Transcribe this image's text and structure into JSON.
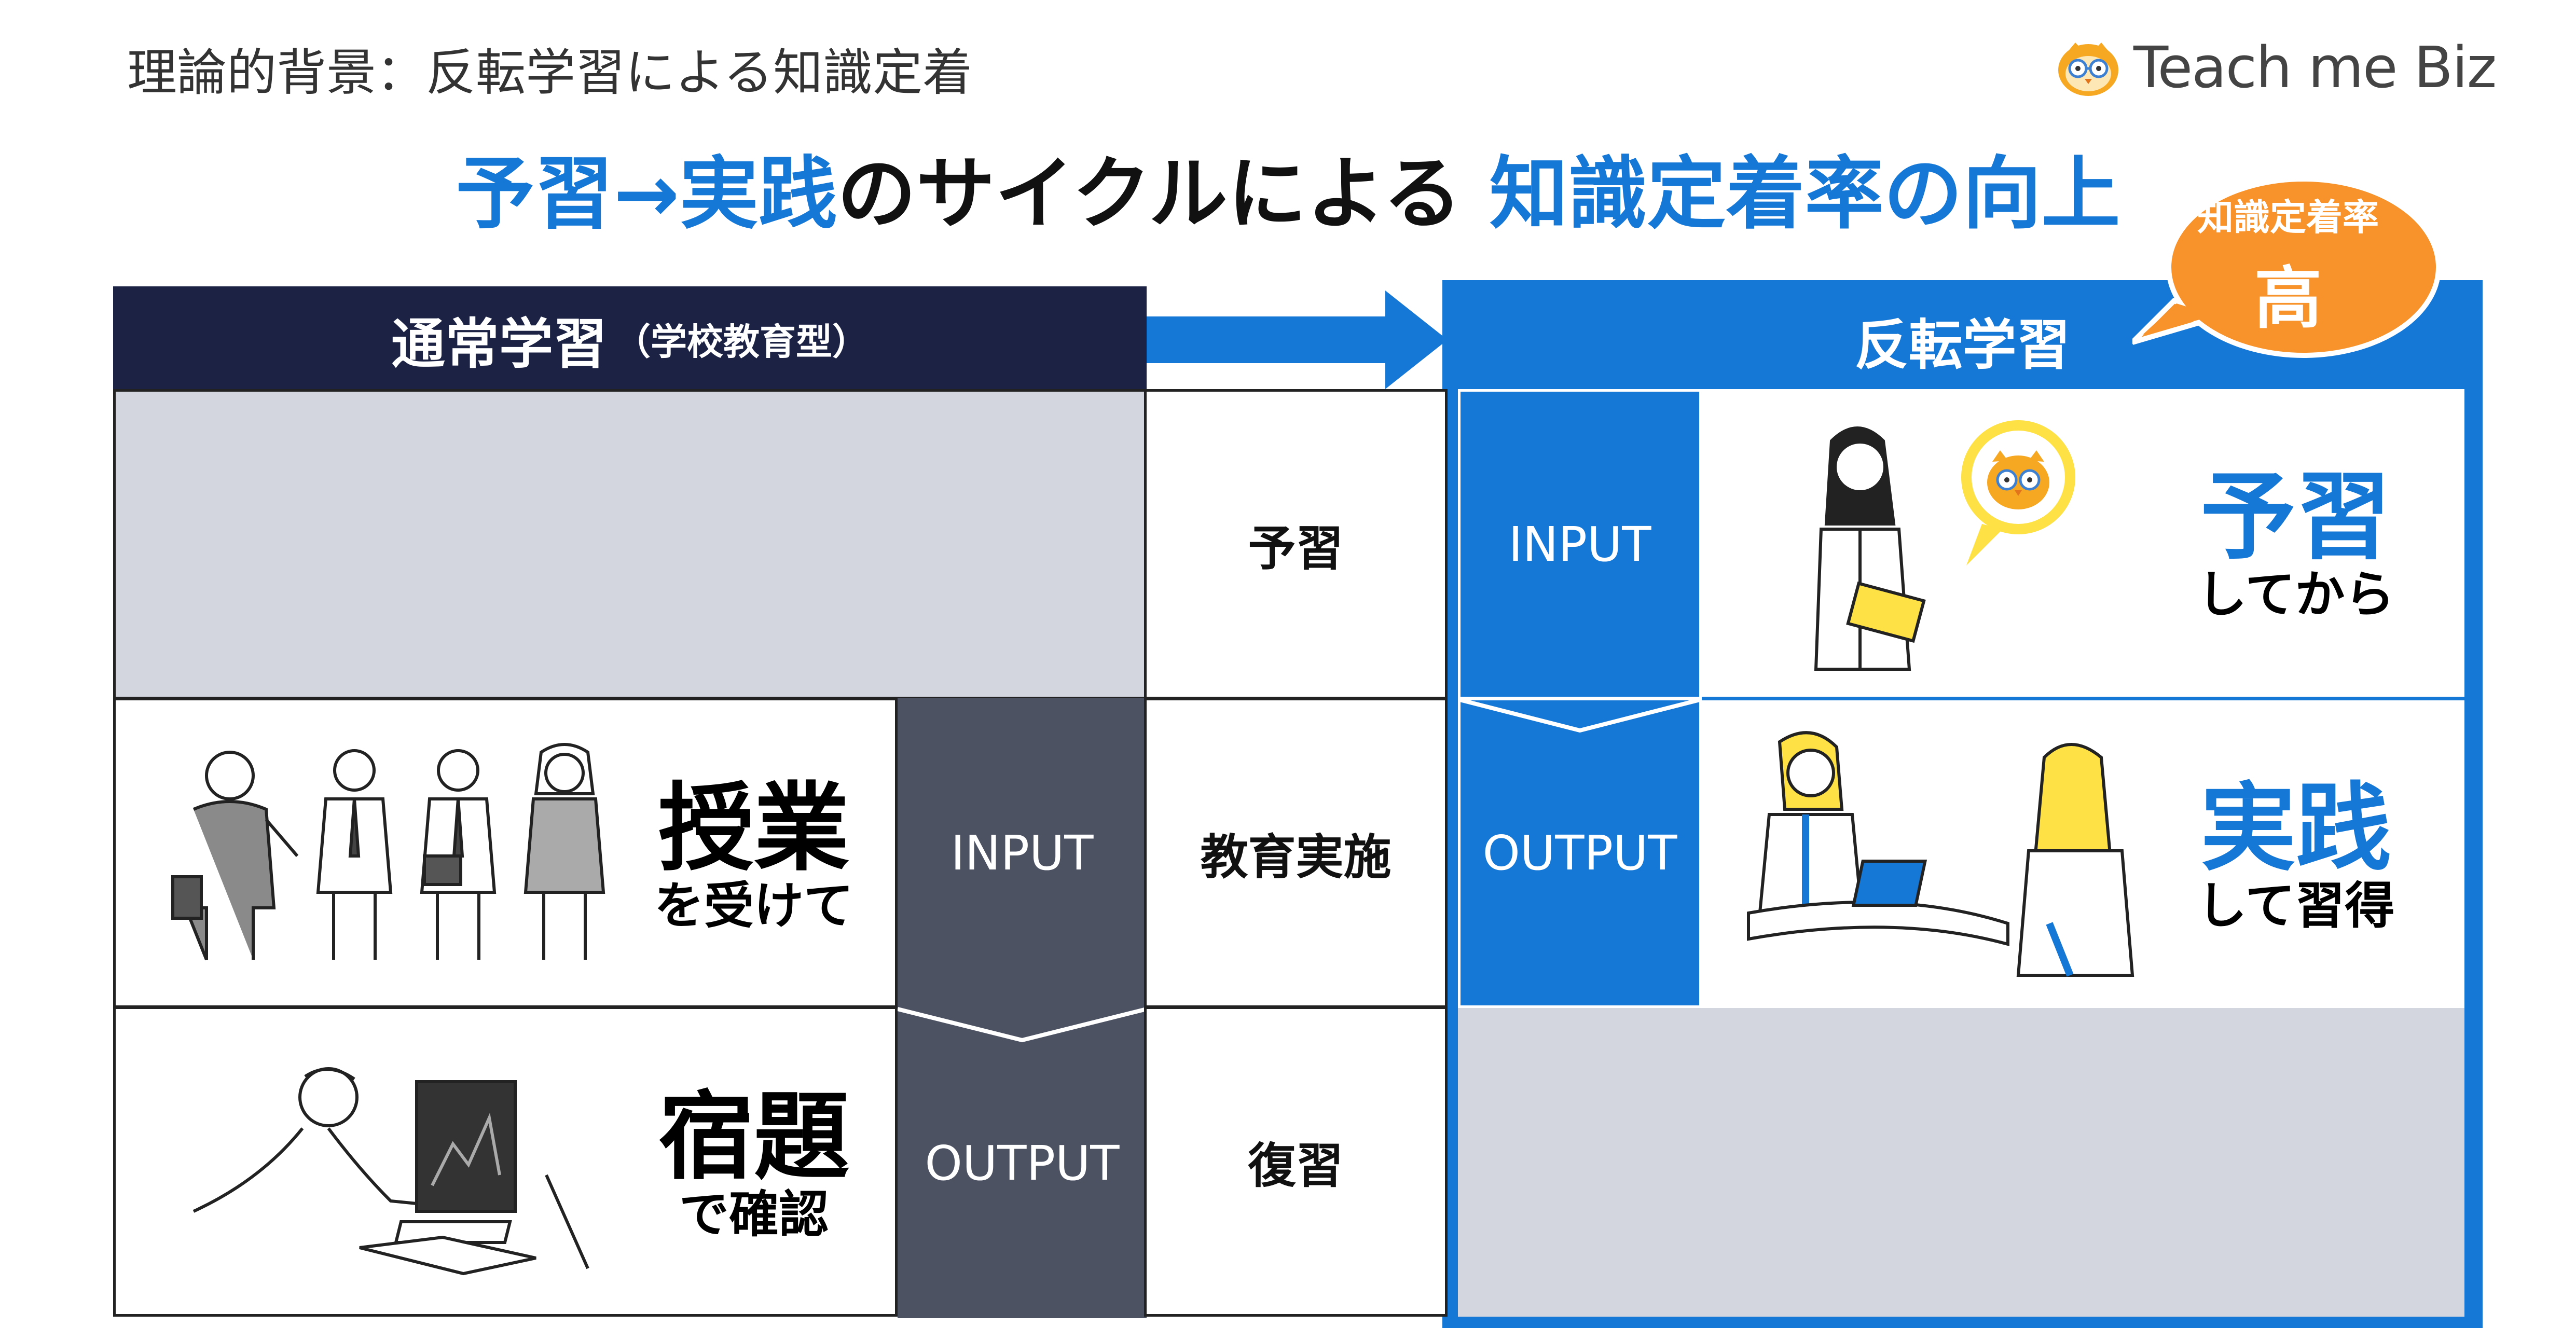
{
  "subtitle": "理論的背景：反転学習による知識定着",
  "logo": {
    "text": "Teach me Biz",
    "icon": "owl-glasses-icon"
  },
  "heading": {
    "part1": "予習→実践",
    "part2": "のサイクルによる ",
    "part3": "知識定着率の向上"
  },
  "left": {
    "header_main": "通常学習",
    "header_sub": "（学校教育型）",
    "lecture": {
      "big": "授業",
      "small": "を受けて"
    },
    "homework": {
      "big": "宿題",
      "small": "で確認"
    },
    "input": "INPUT",
    "output": "OUTPUT"
  },
  "middle": {
    "rows": [
      "予習",
      "教育実施",
      "復習"
    ]
  },
  "right": {
    "header": "反転学習",
    "bubble_line1": "知識定着率",
    "bubble_line2": "高",
    "input": "INPUT",
    "output": "OUTPUT",
    "prep": {
      "big": "予習",
      "small": "してから"
    },
    "practice": {
      "big": "実践",
      "small": "して習得"
    }
  },
  "colors": {
    "accent": "#1577d6",
    "navy": "#1b2244",
    "slate": "#4d5263",
    "gray": "#d3d6de",
    "orange": "#f7932a",
    "yellow": "#fde145"
  }
}
